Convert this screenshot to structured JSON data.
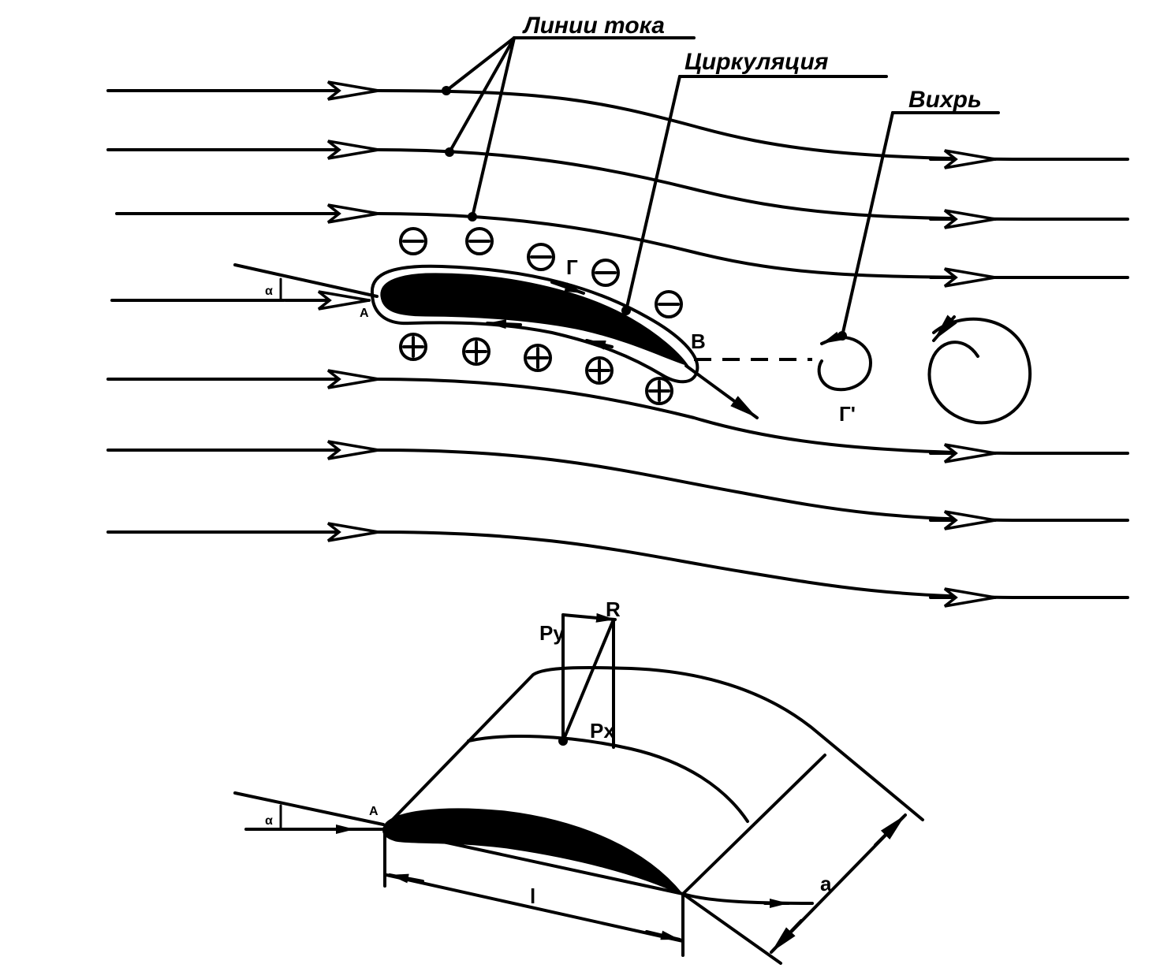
{
  "labels": {
    "streamlines": "Линии тока",
    "circulation": "Циркуляция",
    "vortex": "Вихрь",
    "gamma": "Г",
    "gamma_prime": "Г'",
    "point_a_top": "A",
    "point_b_top": "B",
    "alpha_top": "α",
    "alpha_bottom": "α",
    "point_a_bottom": "A",
    "lift": "Py",
    "resultant": "R",
    "drag": "Px",
    "chord": "l",
    "span": "a"
  },
  "signs": {
    "negative": "−",
    "positive": "+"
  },
  "colors": {
    "ink": "#000000",
    "paper": "#ffffff"
  }
}
